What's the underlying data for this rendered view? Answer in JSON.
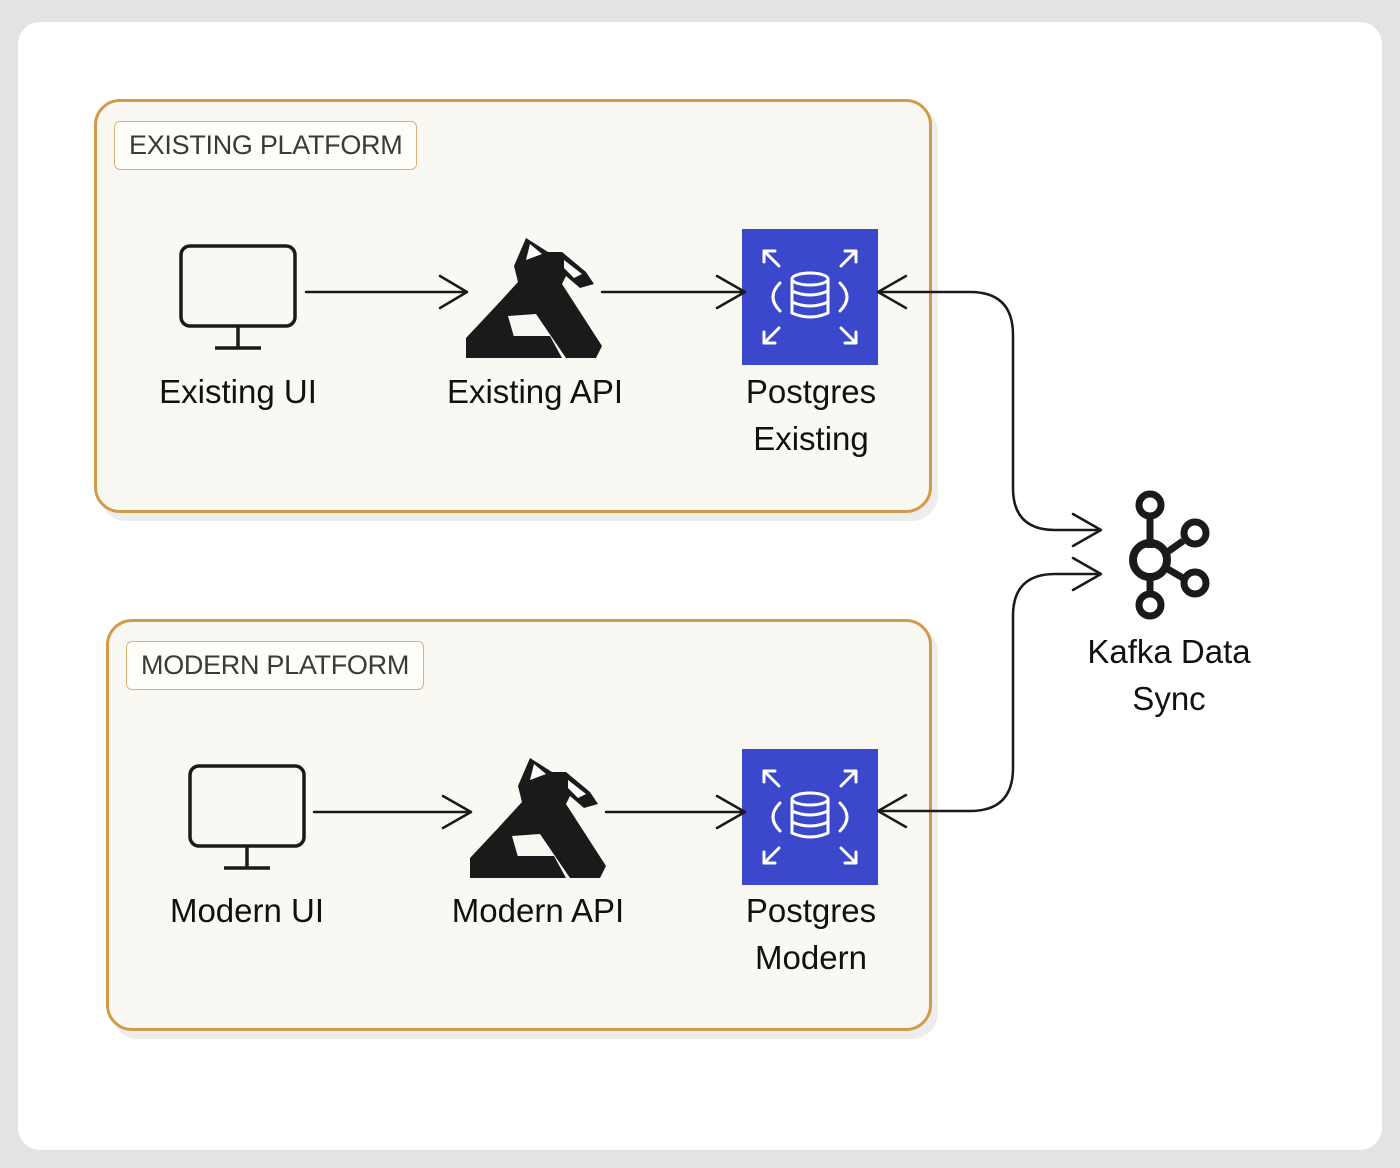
{
  "platforms": {
    "existing": {
      "label": "EXISTING PLATFORM",
      "ui": "Existing UI",
      "api": "Existing API",
      "db_line1": "Postgres",
      "db_line2": "Existing"
    },
    "modern": {
      "label": "MODERN PLATFORM",
      "ui": "Modern UI",
      "api": "Modern API",
      "db_line1": "Postgres",
      "db_line2": "Modern"
    }
  },
  "sync": {
    "line1": "Kafka Data",
    "line2": "Sync"
  },
  "icons": {
    "ui": "monitor-icon",
    "api": "kong-gorilla-icon",
    "db": "aws-rds-database-icon",
    "sync": "kafka-icon"
  },
  "colors": {
    "container_border": "#d29b4a",
    "container_fill": "#faf8f3",
    "db_icon_fill": "#3b48cc",
    "ink": "#1a1a1a"
  }
}
